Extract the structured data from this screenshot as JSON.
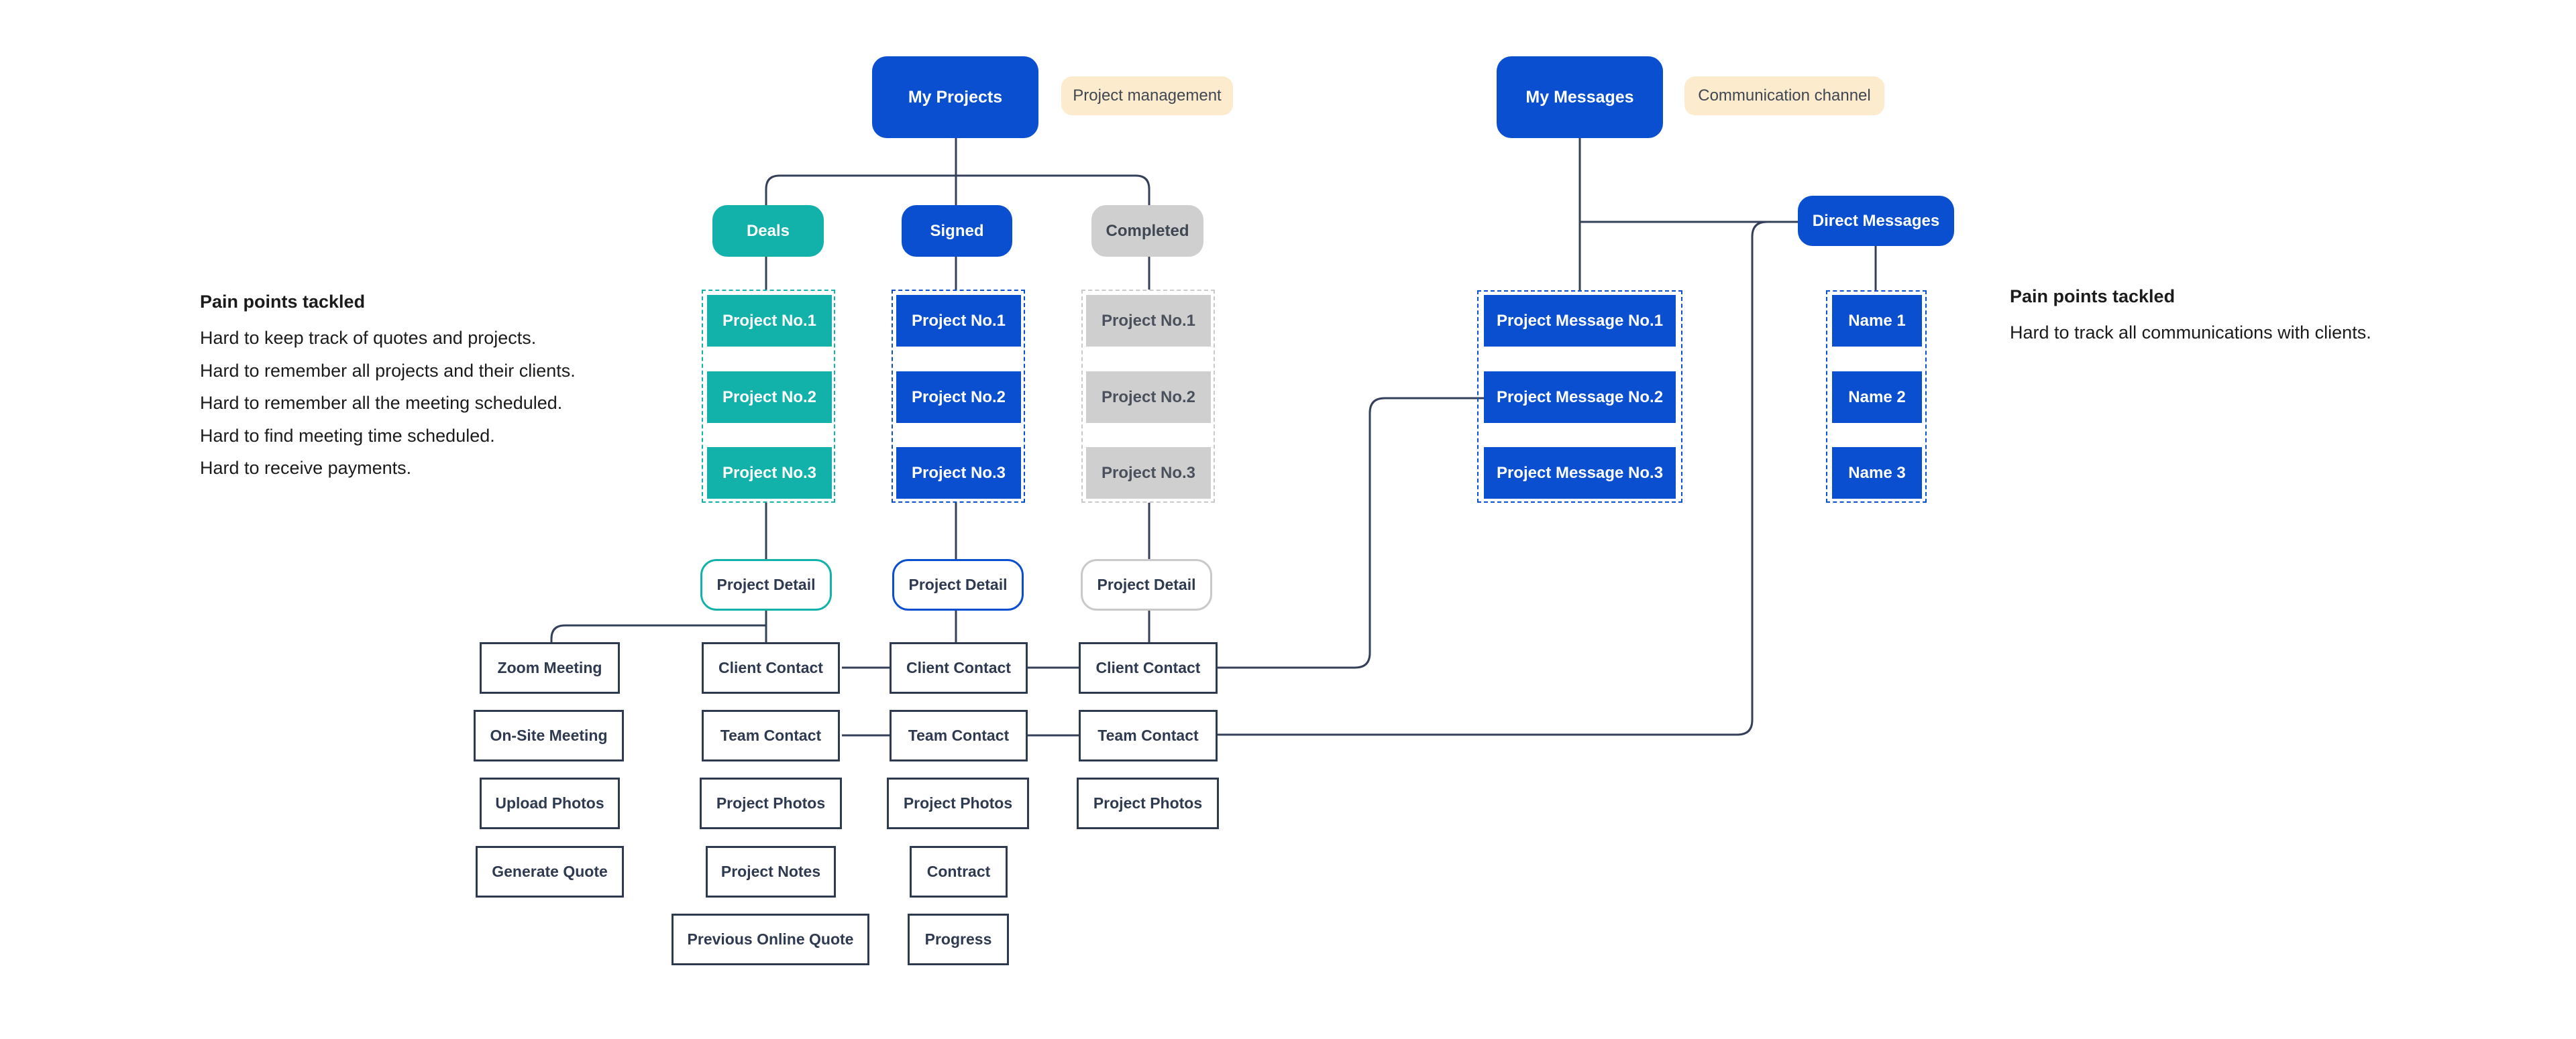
{
  "projects": {
    "title": "My Projects",
    "tag": "Project management",
    "statuses": [
      "Deals",
      "Signed",
      "Completed"
    ],
    "deals": {
      "cards": [
        "Project No.1",
        "Project No.2",
        "Project No.3"
      ]
    },
    "signed": {
      "cards": [
        "Project No.1",
        "Project No.2",
        "Project No.3"
      ]
    },
    "completed": {
      "cards": [
        "Project No.1",
        "Project No.2",
        "Project No.3"
      ]
    },
    "detail": "Project Detail",
    "actions": [
      "Zoom Meeting",
      "On-Site Meeting",
      "Upload Photos",
      "Generate Quote"
    ],
    "deal_items": [
      "Client Contact",
      "Team Contact",
      "Project Photos",
      "Project Notes",
      "Previous Online Quote"
    ],
    "signed_items": [
      "Client Contact",
      "Team Contact",
      "Project Photos",
      "Contract",
      "Progress"
    ],
    "completed_items": [
      "Client Contact",
      "Team Contact",
      "Project Photos"
    ]
  },
  "messages": {
    "title": "My Messages",
    "tag": "Communication channel",
    "cards": [
      "Project Message No.1",
      "Project Message No.2",
      "Project Message No.3"
    ],
    "direct": "Direct Messages",
    "names": [
      "Name 1",
      "Name 2",
      "Name 3"
    ]
  },
  "pain_left": {
    "heading": "Pain points tackled",
    "items": [
      "Hard to keep track of quotes and projects.",
      "Hard to remember all projects and their clients.",
      "Hard to remember all the meeting scheduled.",
      "Hard to find meeting time scheduled.",
      "Hard to receive payments."
    ]
  },
  "pain_right": {
    "heading": "Pain points tackled",
    "items": [
      "Hard to track all communications with clients."
    ]
  },
  "colors": {
    "brand_blue": "#0a4fcf",
    "teal": "#12b2aa",
    "gray": "#cfcfcf",
    "tag_bg": "#fcebcd",
    "connector": "#34405a"
  }
}
